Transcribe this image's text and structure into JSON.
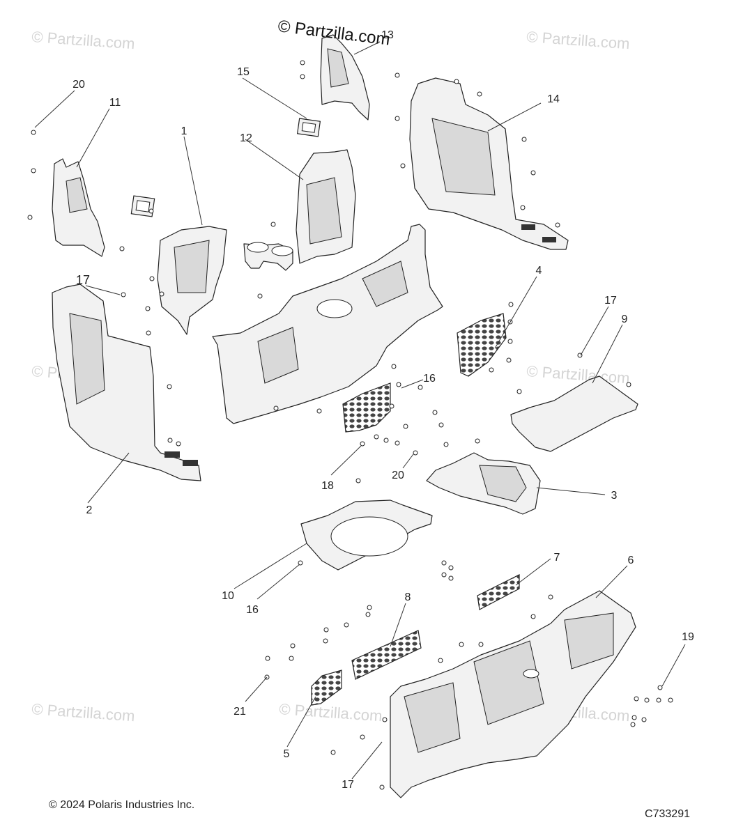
{
  "watermark_main": "© Partzilla.com",
  "watermark_faded": "© Partzilla.com",
  "copyright": "© 2024 Polaris Industries Inc.",
  "diagram_code": "C733291",
  "callouts": {
    "c1": "1",
    "c2": "2",
    "c3": "3",
    "c4": "4",
    "c5": "5",
    "c6": "6",
    "c7": "7",
    "c8": "8",
    "c9": "9",
    "c10": "10",
    "c11": "11",
    "c12": "12",
    "c13": "13",
    "c14": "14",
    "c15": "15",
    "c16a": "16",
    "c16b": "16",
    "c17a": "17",
    "c17b": "17",
    "c17c": "17",
    "c18": "18",
    "c19": "19",
    "c20a": "20",
    "c20b": "20",
    "c21": "21"
  }
}
